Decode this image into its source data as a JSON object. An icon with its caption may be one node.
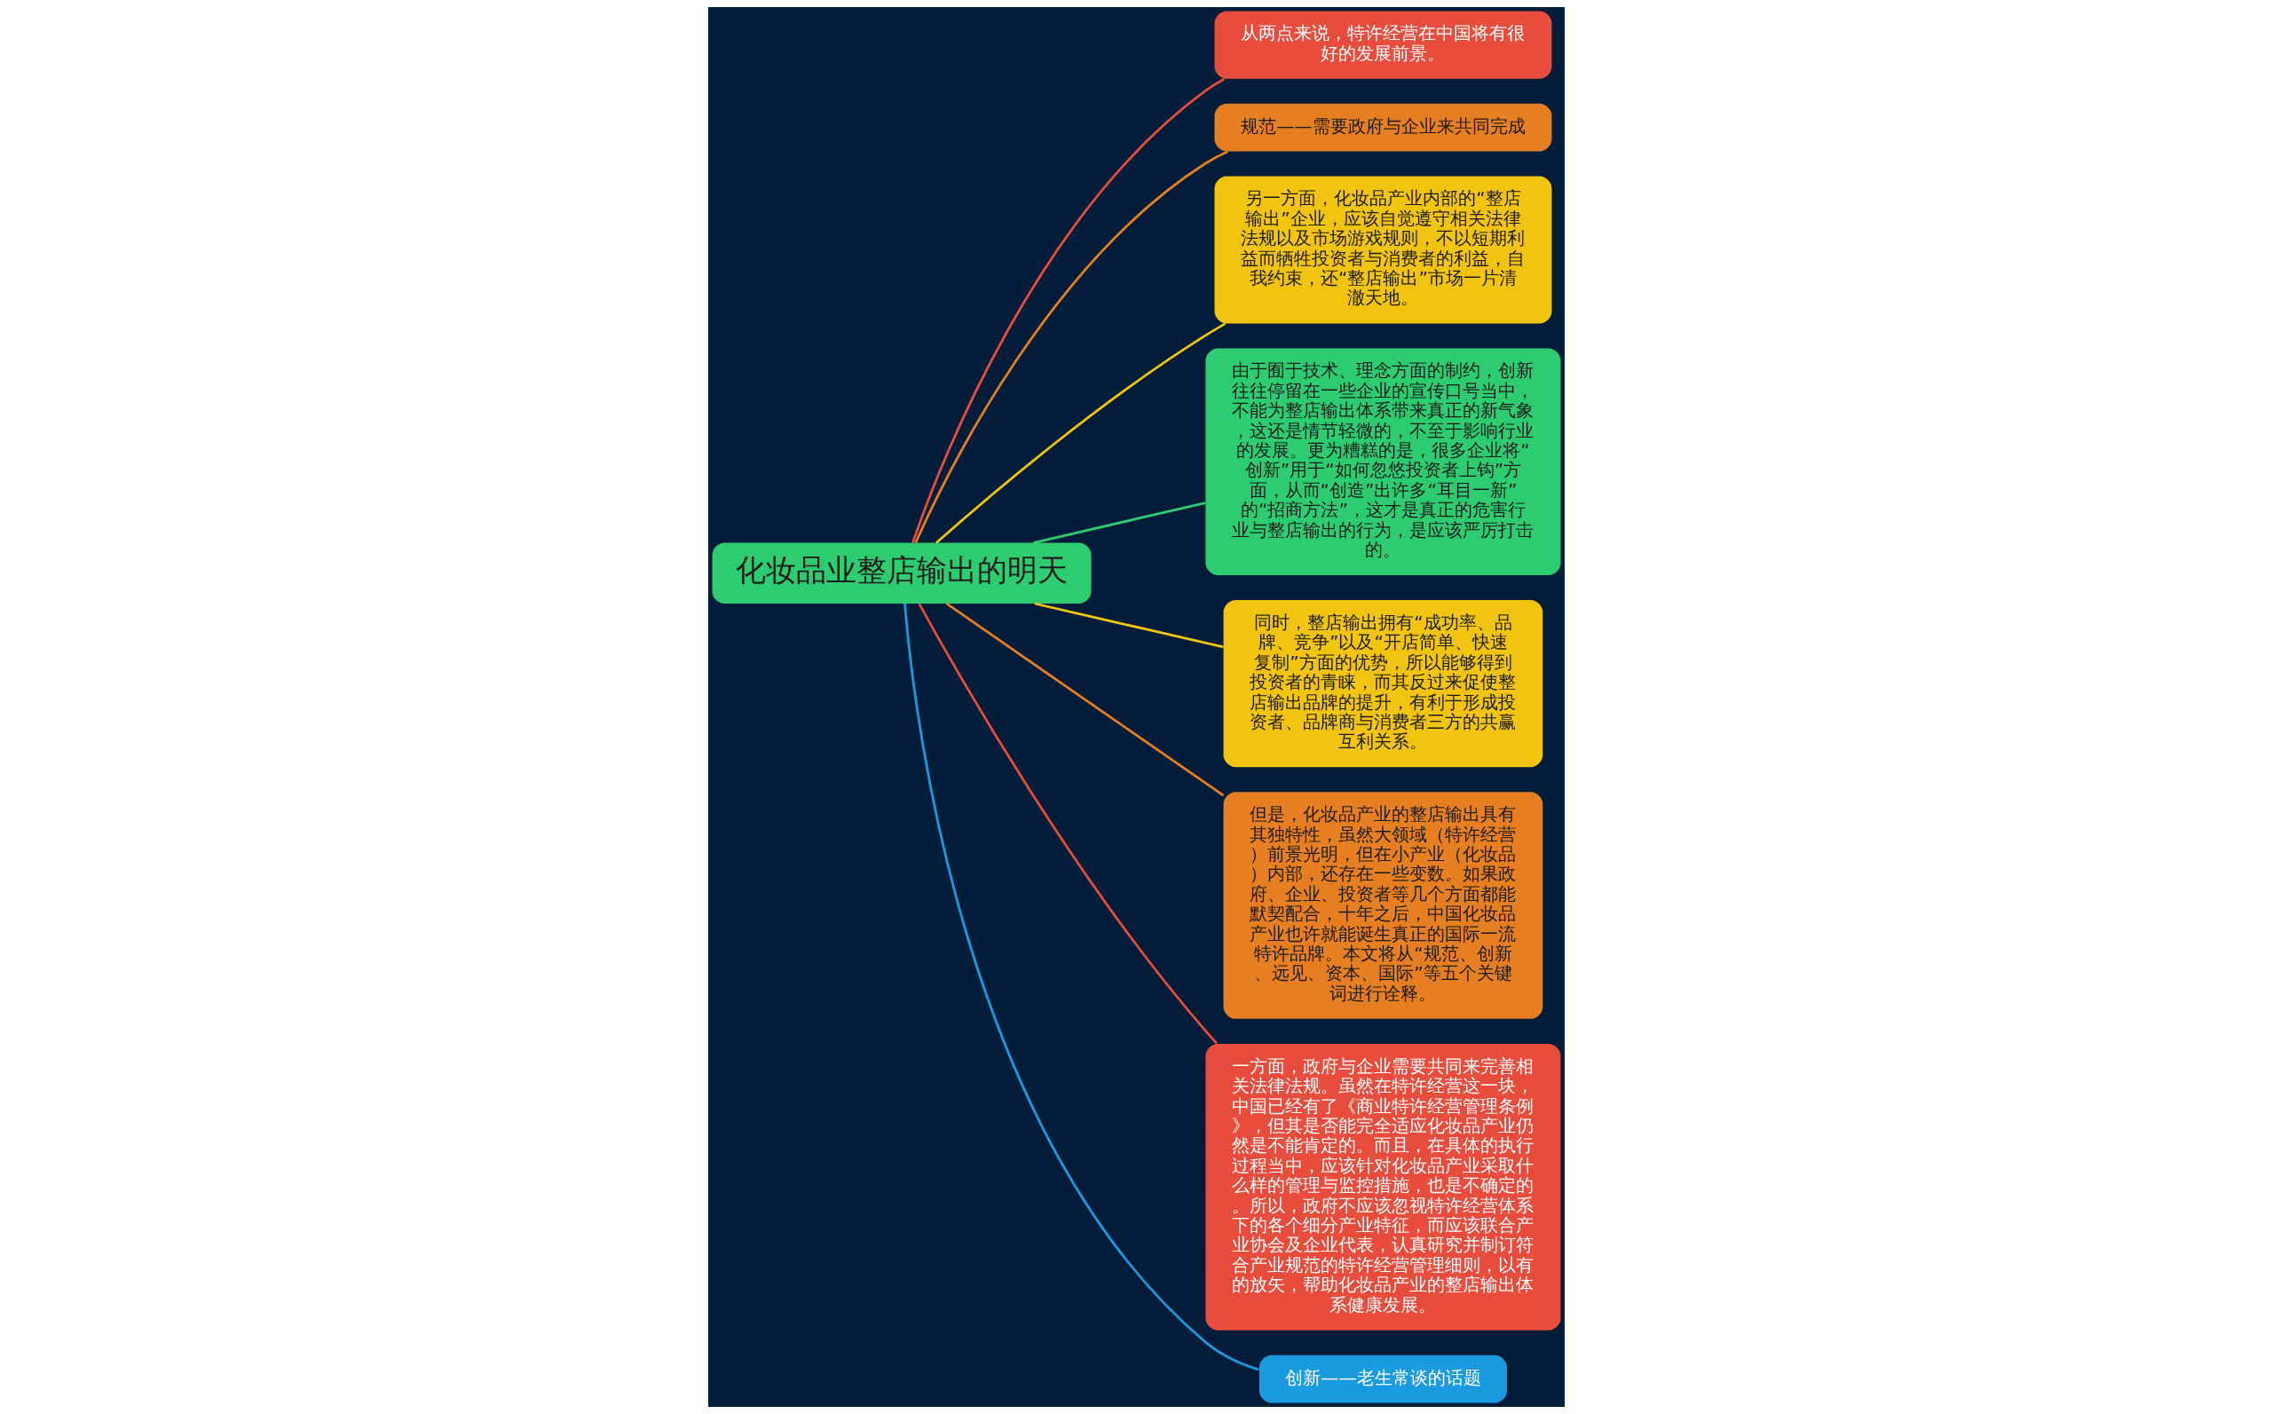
{
  "diagram": {
    "nodes": [
      {
        "text": [
          "化妆品业整店输出的明天"
        ]
      },
      {
        "text": [
          "从两点来说，特许经营在中国将有很好的发展前景。"
        ]
      },
      {
        "text": [
          "规范——需要政府与企业来共同完成"
        ]
      },
      {
        "text": [
          "另一方面，化妆品产业内部的“整店输出”企业，应该自觉遵守相关法律法规以及市场游戏规则，不以短期利益而牺牲投资者与消费者的利益，自我约束，还“整店输出”市场一片清澈天地。"
        ]
      },
      {
        "text": [
          "由于囿于技术、理念方面的制约，创新往往停留在一些企业的宣传口号当中，不能为整店输出体系带来真正的新气象，这还是情节轻微的，不至于影响行业的发展。更为糟糕的是，很多企业将“创新”用于“如何忽悠投资者上钩”方面，从而“创造”出许多“耳目一新”的“招商方法”，这才是真正的危害行业与整店输出的行为，是应该严厉打击的。"
        ]
      },
      {
        "text": [
          "同时，整店输出拥有“成功率、品牌、竞争”以及“开店简单、快速复制”方面的优势，所以能够得到投资者的青睐，而其反过来促使整店输出品牌的提升，有利于形成投资者、品牌商与消费者三方的共赢互利关系。"
        ]
      },
      {
        "text": [
          "但是，化妆品产业的整店输出具有其独特性，虽然大领域（特许经营）前景光明，但在小产业（化妆品）内部，还存在一些变数。如果政府、企业、投资者等几个方面都能默契配合，十年之后，中国化妆品产业也许就能诞生真正的国际一流特许品牌。本文将从“规范、创新、远见、资本、国际”等五个关键词进行诠释。"
        ]
      },
      {
        "text": [
          "一方面，政府与企业需要共同来完善相关法律法规。虽然在特许经营这一块，中国已经有了《商业特许经营管理条例》，但其是否能完全适应化妆品产业仍然是不能肯定的。而且，在具体的执行过程当中，应该针对化妆品产业采取什么样的管理与监控措施，也是不确定的。所以，政府不应该忽视特许经营体系下的各个细分产业特征，而应该联合产业协会及企业代表，认真研究并制订符合产业规范的特许经营管理细则，以有的放矢，帮助化妆品产业的整店输出体系健康发展。"
        ]
      },
      {
        "text": [
          "创新——老生常谈的话题"
        ]
      }
    ],
    "edges": [
      {
        "from": 0,
        "to": 1,
        "arrow": "none",
        "color": "#e74c3c"
      },
      {
        "from": 0,
        "to": 2,
        "arrow": "none",
        "color": "#e67e22"
      },
      {
        "from": 0,
        "to": 3,
        "arrow": "none",
        "color": "#f1c40f"
      },
      {
        "from": 0,
        "to": 4,
        "arrow": "none",
        "color": "#2ecc71"
      },
      {
        "from": 0,
        "to": 5,
        "arrow": "none",
        "color": "#f1c40f"
      },
      {
        "from": 0,
        "to": 6,
        "arrow": "none",
        "color": "#e67e22"
      },
      {
        "from": 0,
        "to": 7,
        "arrow": "none",
        "color": "#e74c3c"
      },
      {
        "from": 0,
        "to": 8,
        "arrow": "none",
        "color": "#1a9be0"
      }
    ]
  }
}
